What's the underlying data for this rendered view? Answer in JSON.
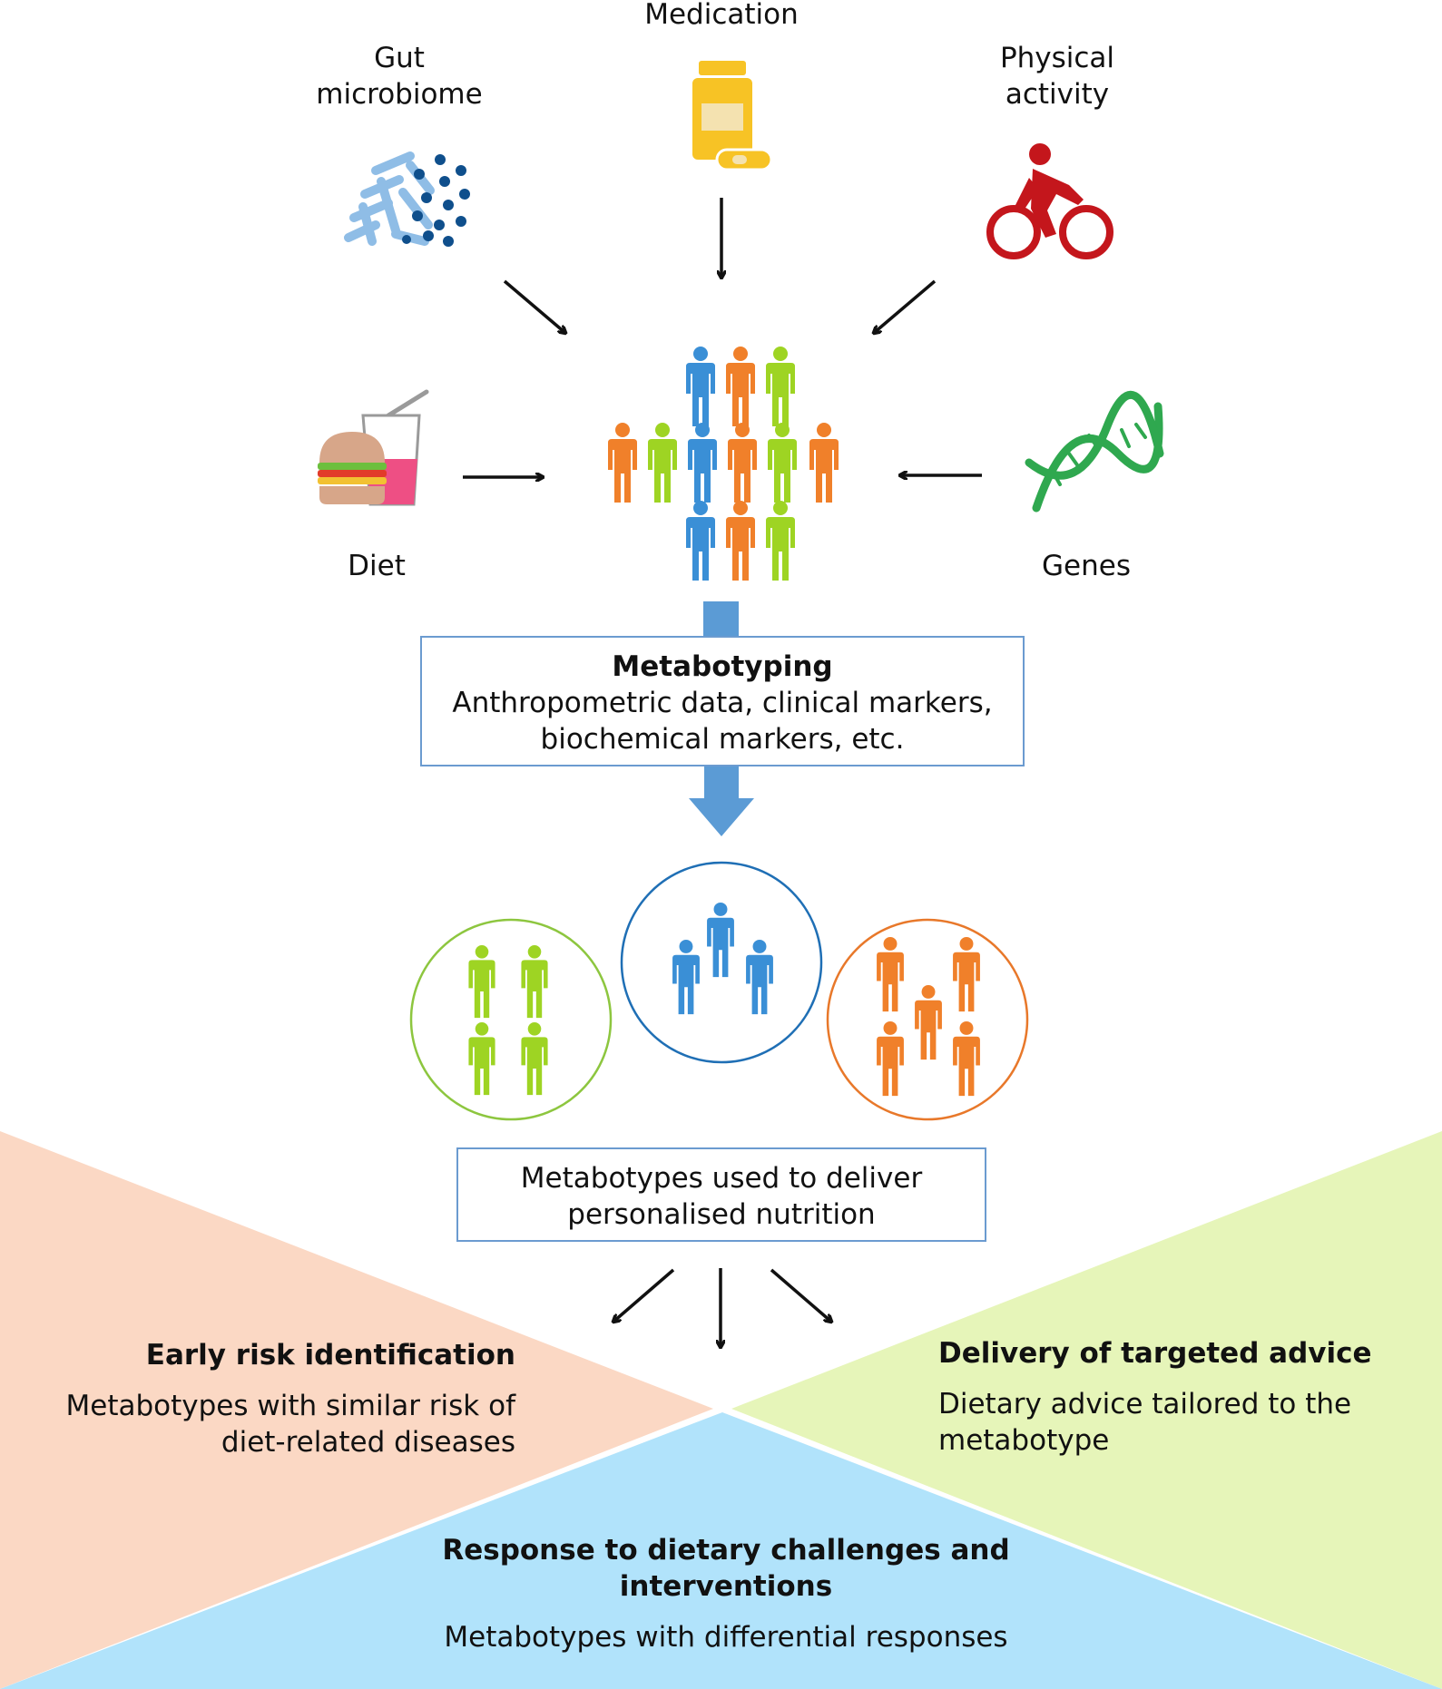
{
  "factors": {
    "gut_microbiome": [
      "Gut",
      "microbiome"
    ],
    "medication": [
      "Medication"
    ],
    "physical_activity": [
      "Physical",
      "activity"
    ],
    "diet": [
      "Diet"
    ],
    "genes": [
      "Genes"
    ]
  },
  "metabotyping": {
    "title": "Metabotyping",
    "lines": [
      "Anthropometric data, clinical markers,",
      "biochemical markers, etc."
    ]
  },
  "delivery_box": {
    "lines": [
      "Metabotypes used to deliver",
      "personalised nutrition"
    ]
  },
  "outcomes": {
    "early_risk": {
      "title": "Early risk identification",
      "lines": [
        "Metabotypes with similar risk of",
        "diet-related diseases"
      ]
    },
    "targeted_advice": {
      "title": "Delivery of targeted advice",
      "lines": [
        "Dietary advice tailored to the",
        "metabotype"
      ]
    },
    "response": {
      "title_lines": [
        "Response to dietary challenges and",
        "interventions"
      ],
      "lines": [
        "Metabotypes with differential responses"
      ]
    }
  },
  "colors": {
    "blue_person": "#3a8fd6",
    "orange_person": "#f0802a",
    "green_person": "#9ed423",
    "risk_bg": "#fbd8c4",
    "advice_bg": "#e6f5b9",
    "response_bg": "#b1e3fb",
    "box_border": "#6b9bd0",
    "flow_arrow": "#5b9bd5",
    "circle_green": "#8dc63f",
    "circle_blue": "#1f6fb5",
    "circle_orange": "#e8782a",
    "bike_red": "#c4161c",
    "dna_green": "#2fa84f",
    "pill_yellow": "#f7c325",
    "microbe_light": "#8fbde6",
    "microbe_dark": "#0f4f8c"
  },
  "icons": {
    "gut_microbiome": "microbe-icon",
    "medication": "pill-bottle-icon",
    "physical_activity": "cyclist-icon",
    "diet": "burger-drink-icon",
    "genes": "dna-icon",
    "population": "people-group-icon"
  }
}
